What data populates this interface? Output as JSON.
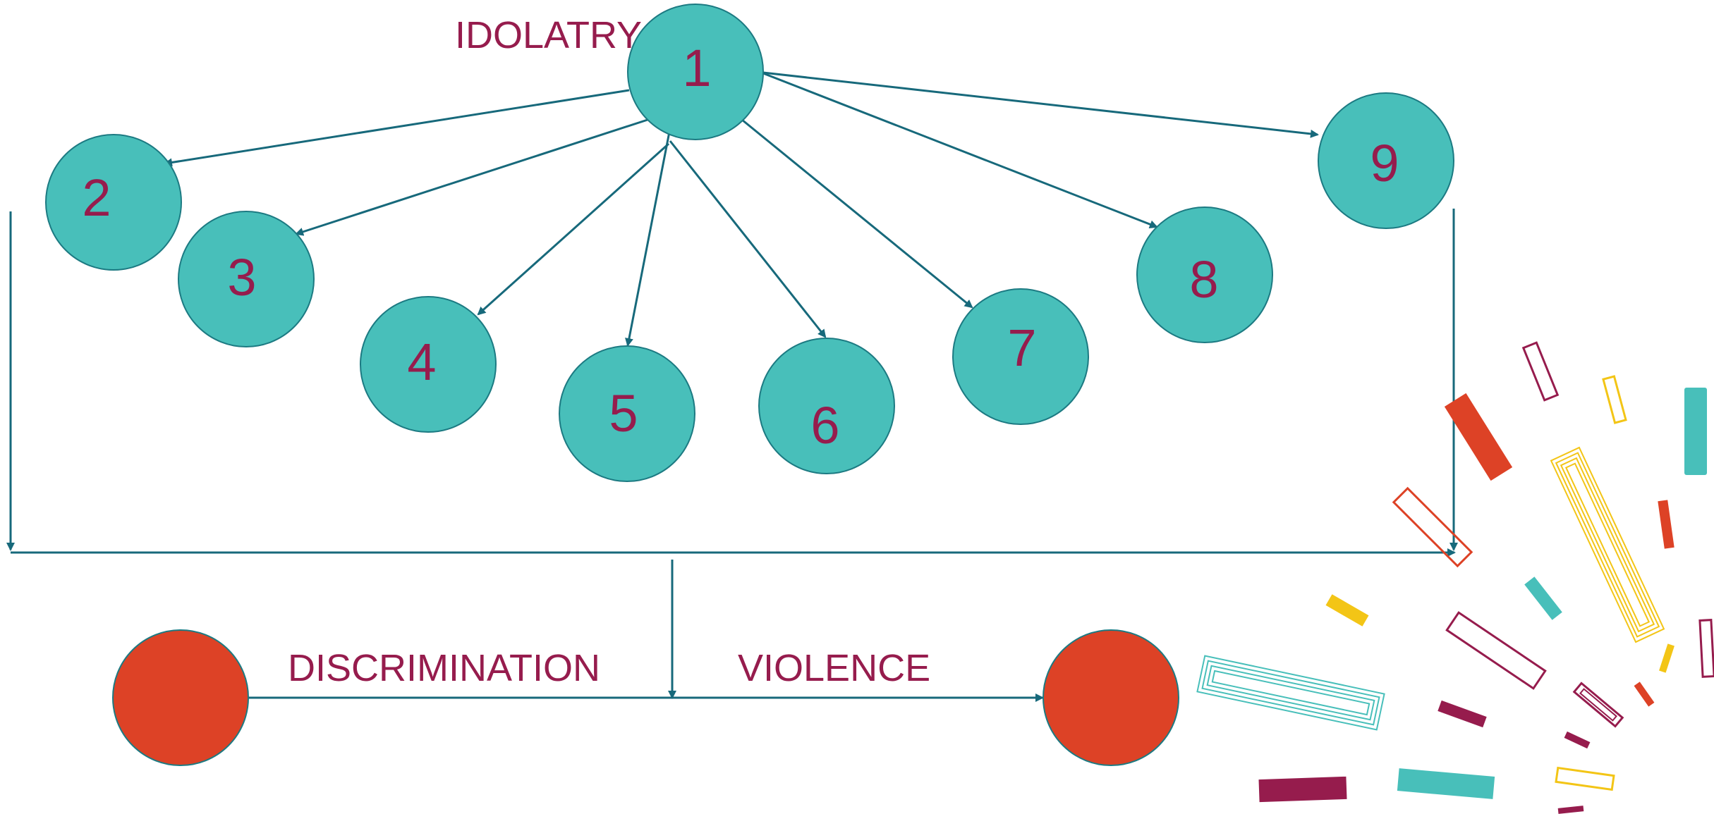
{
  "colors": {
    "node_fill": "#48bfba",
    "node_stroke": "#1c7a82",
    "end_fill": "#dd4226",
    "text": "#961c4d",
    "line": "#17697b"
  },
  "labels": {
    "idolatry": "IDOLATRY",
    "discrimination": "DISCRIMINATION",
    "violence": "VIOLENCE"
  },
  "nodes": [
    "1",
    "2",
    "3",
    "4",
    "5",
    "6",
    "7",
    "8",
    "9"
  ],
  "decoration": "confetti-shapes"
}
